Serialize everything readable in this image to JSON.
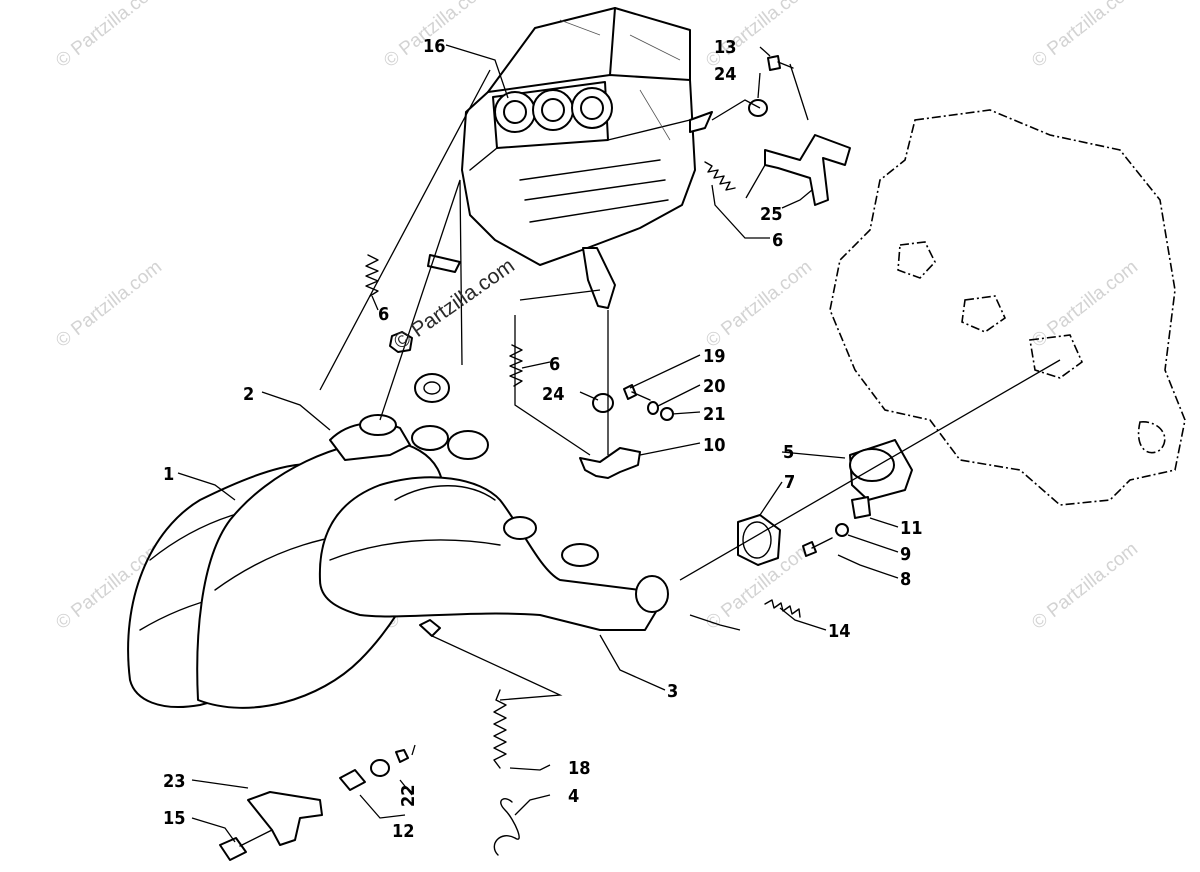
{
  "watermark": {
    "text": "© Partzilla.com"
  },
  "callouts": [
    {
      "id": "c1",
      "label": "1"
    },
    {
      "id": "c2",
      "label": "2"
    },
    {
      "id": "c3",
      "label": "3"
    },
    {
      "id": "c4",
      "label": "4"
    },
    {
      "id": "c5",
      "label": "5"
    },
    {
      "id": "c6a",
      "label": "6"
    },
    {
      "id": "c6b",
      "label": "6"
    },
    {
      "id": "c6c",
      "label": "6"
    },
    {
      "id": "c7",
      "label": "7"
    },
    {
      "id": "c8",
      "label": "8"
    },
    {
      "id": "c9",
      "label": "9"
    },
    {
      "id": "c10",
      "label": "10"
    },
    {
      "id": "c11",
      "label": "11"
    },
    {
      "id": "c12",
      "label": "12"
    },
    {
      "id": "c13",
      "label": "13"
    },
    {
      "id": "c14",
      "label": "14"
    },
    {
      "id": "c15",
      "label": "15"
    },
    {
      "id": "c16",
      "label": "16"
    },
    {
      "id": "c18",
      "label": "18"
    },
    {
      "id": "c19",
      "label": "19"
    },
    {
      "id": "c20",
      "label": "20"
    },
    {
      "id": "c21",
      "label": "21"
    },
    {
      "id": "c22",
      "label": "22"
    },
    {
      "id": "c23",
      "label": "23"
    },
    {
      "id": "c24a",
      "label": "24"
    },
    {
      "id": "c24b",
      "label": "24"
    },
    {
      "id": "c25",
      "label": "25"
    }
  ]
}
